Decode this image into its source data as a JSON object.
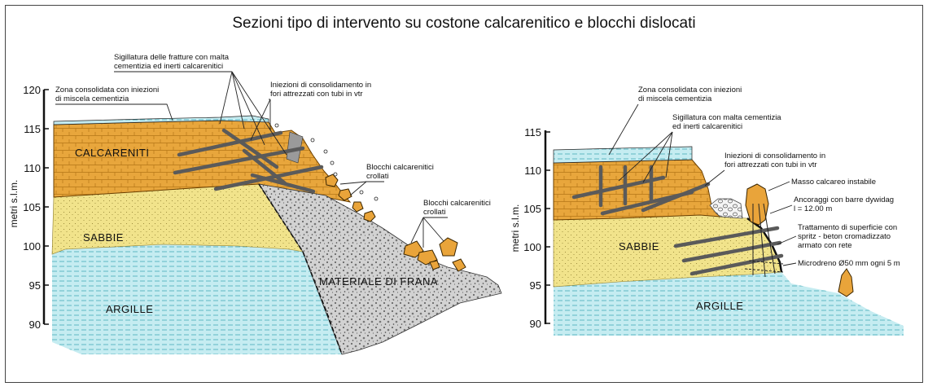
{
  "title": "Sezioni tipo di intervento su costone calcarenitico e blocchi dislocati",
  "colors": {
    "calcareniti": "#e8a63c",
    "sabbie": "#f1e38b",
    "argille": "#c5ecf1",
    "frana": "#d2d2d2",
    "frame": "#444444"
  },
  "left_section": {
    "axis_label": "metri s.l.m.",
    "ticks": [
      "120",
      "115",
      "110",
      "105",
      "100",
      "95",
      "90"
    ],
    "layers": {
      "calcareniti": "CALCARENITI",
      "sabbie": "SABBIE",
      "argille": "ARGILLE",
      "frana": "MATERIALE DI FRANA"
    },
    "annotations": {
      "zona_1": "Zona consolidata con iniezioni",
      "zona_2": "di miscela cementizia",
      "sigillatura_1": "Sigillatura delle fratture con malta",
      "sigillatura_2": "cementizia ed inerti calcarenitici",
      "iniezioni_1": "Iniezioni di consolidamento in",
      "iniezioni_2": "fori attrezzati con tubi in vtr",
      "blocchi1_1": "Blocchi calcarenitici",
      "blocchi1_2": "crollati",
      "blocchi2_1": "Blocchi calcarenitici",
      "blocchi2_2": "crollati"
    }
  },
  "right_section": {
    "axis_label": "metri s.l.m.",
    "ticks": [
      "115",
      "110",
      "105",
      "100",
      "95",
      "90"
    ],
    "layers": {
      "sabbie": "SABBIE",
      "argille": "ARGILLE"
    },
    "annotations": {
      "zona_1": "Zona consolidata con iniezioni",
      "zona_2": "di miscela cementizia",
      "sigillatura_1": "Sigillatura con malta cementizia",
      "sigillatura_2": "ed inerti calcarenitici",
      "iniezioni_1": "Iniezioni di consolidamento in",
      "iniezioni_2": "fori attrezzati con tubi in vtr",
      "masso": "Masso calcareo instabile",
      "ancoraggi_1": "Ancoraggi con barre dywidag",
      "ancoraggi_2": "l = 12.00 m",
      "trattamento_1": "Trattamento di superficie con",
      "trattamento_2": "spritz - beton cromadizzato",
      "trattamento_3": "armato con rete",
      "microdreno": "Microdreno Ø50 mm ogni 5 m"
    }
  }
}
